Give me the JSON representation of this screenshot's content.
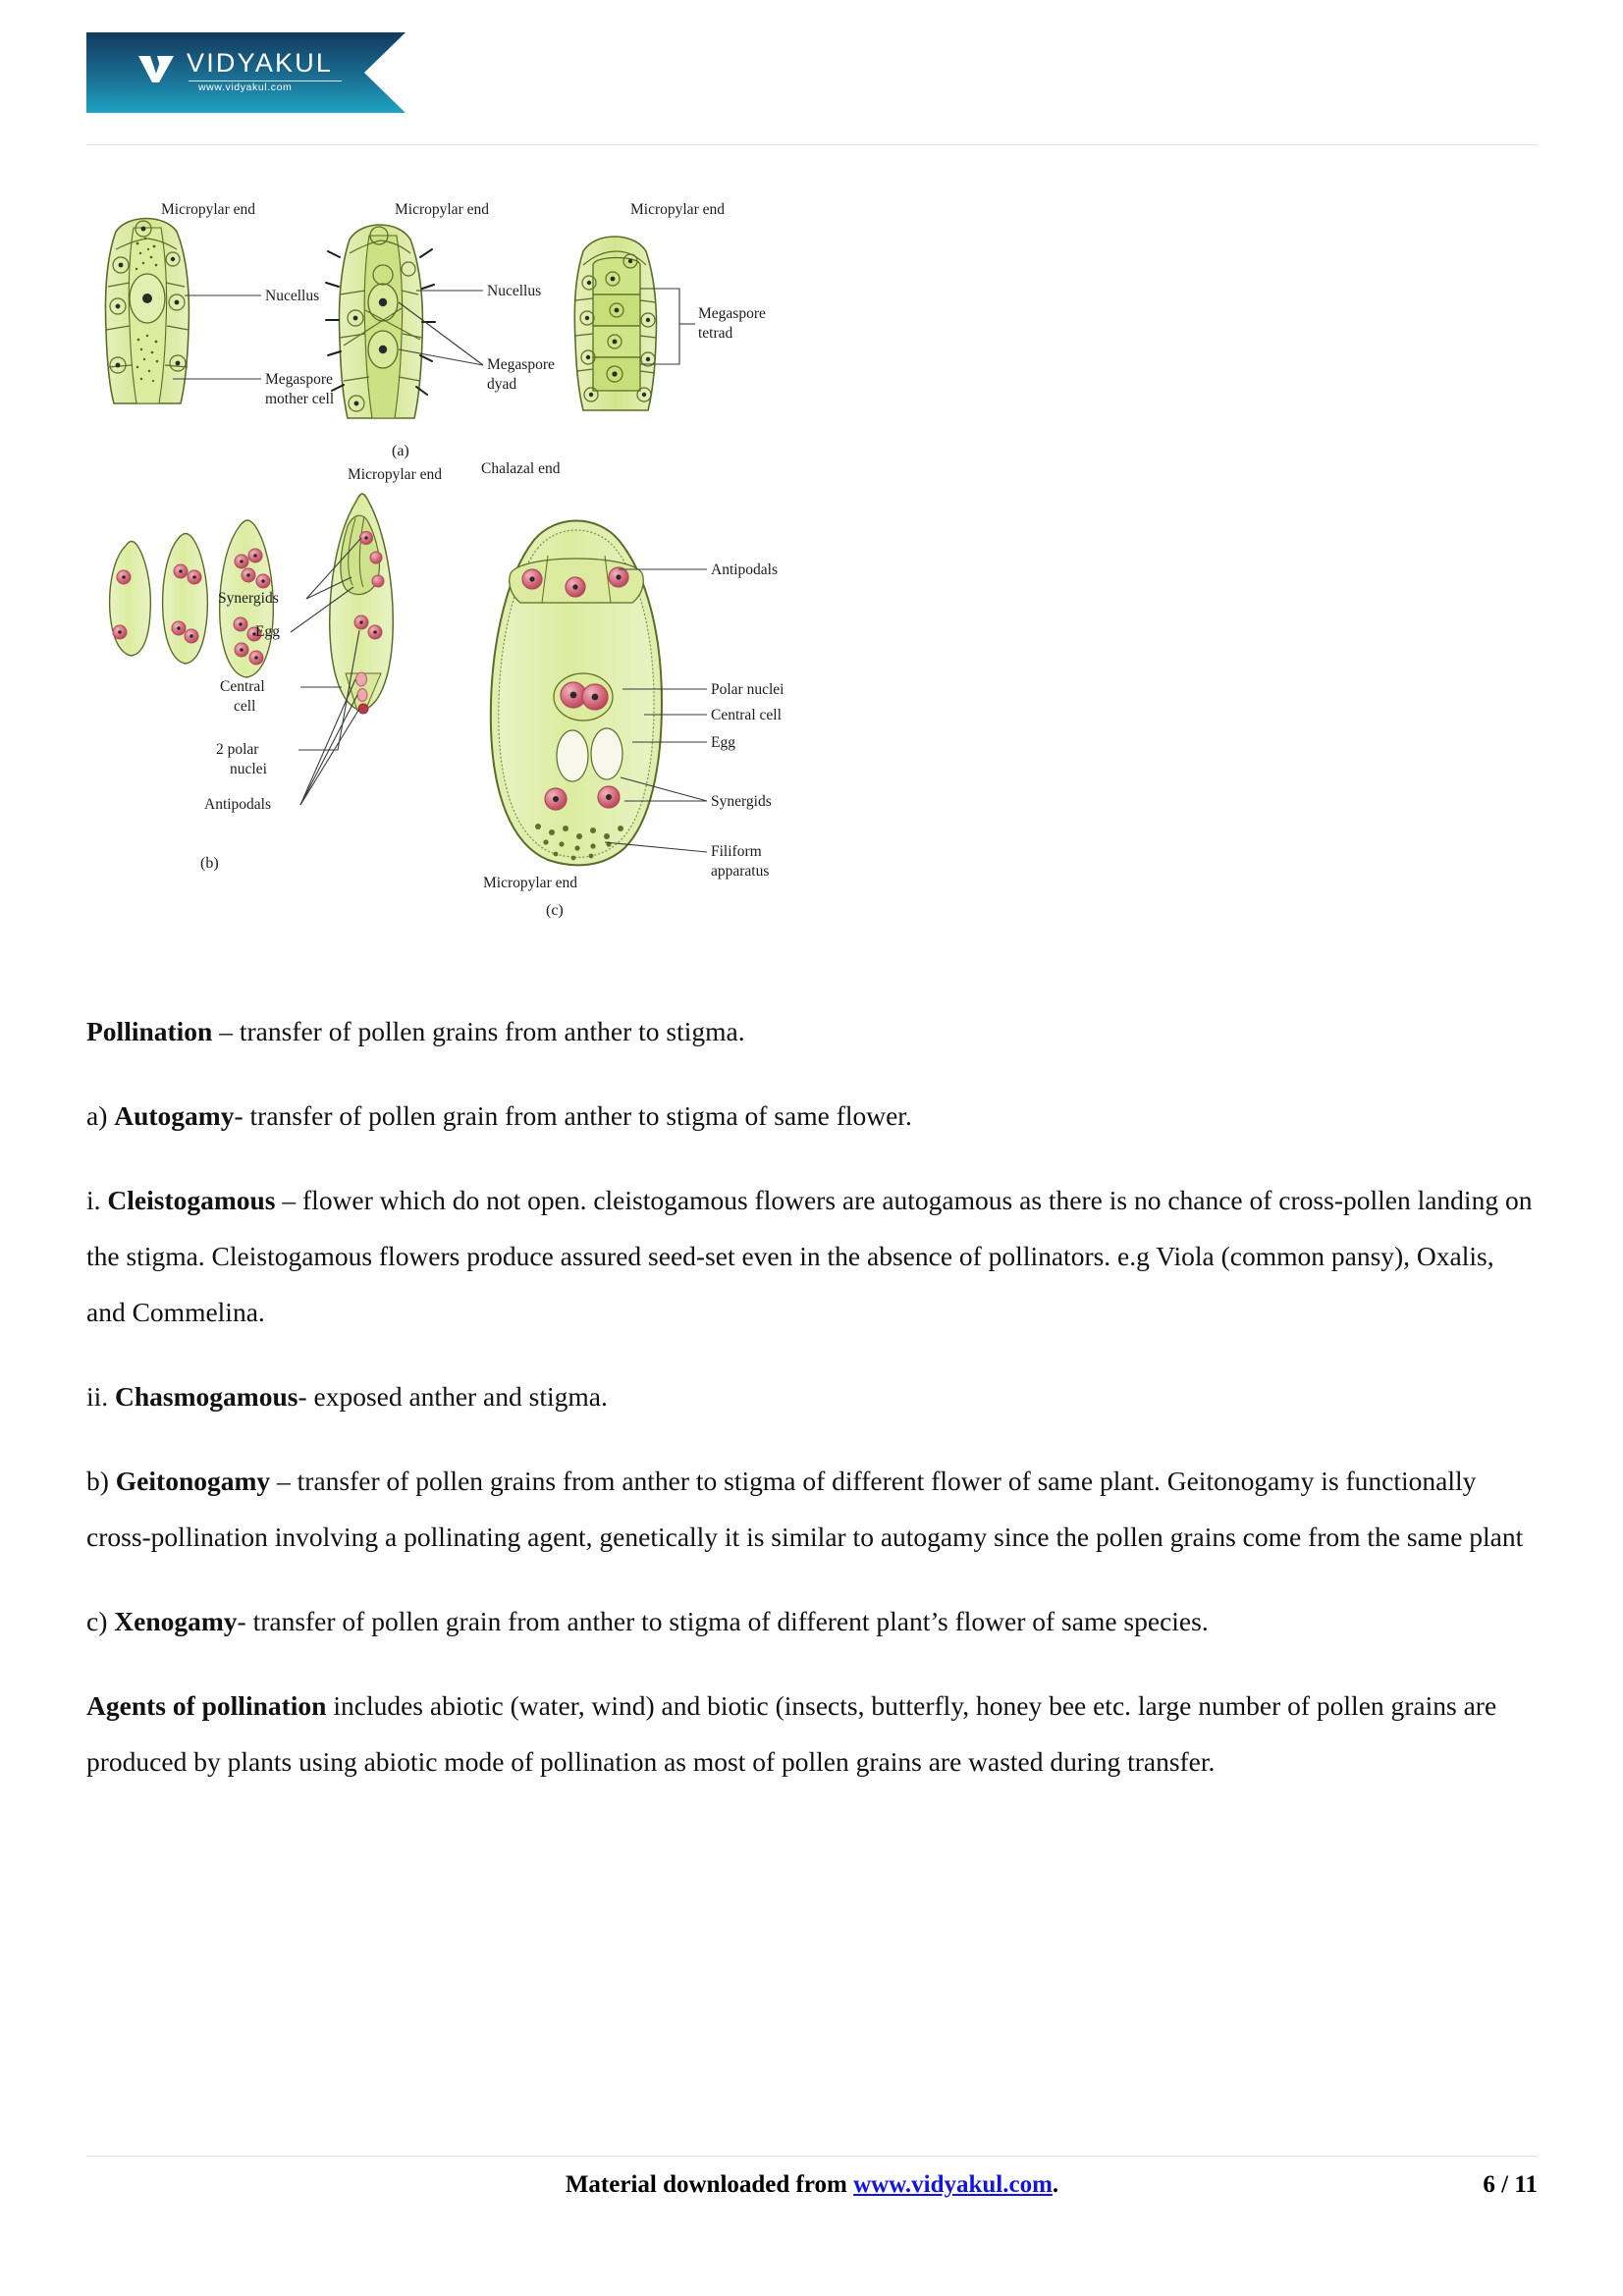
{
  "header": {
    "logo_word": "VIDYAKUL",
    "logo_url": "www.vidyakul.com",
    "logo_mark_name": "vidyakul-checkmark-logo",
    "banner_color_top": "#123a5e",
    "banner_color_bottom": "#1d9bbf"
  },
  "figure": {
    "name": "megasporogenesis-embryo-sac-development-diagram",
    "captions": {
      "a": "(a)",
      "b": "(b)",
      "c": "(c)"
    },
    "panel_a": {
      "stage1": {
        "top_label": "Micropylar end",
        "label_1": "Nucellus",
        "label_2_line1": "Megaspore",
        "label_2_line2": "mother cell"
      },
      "stage2": {
        "top_label": "Micropylar end",
        "label_1": "Nucellus",
        "label_2_line1": "Megaspore",
        "label_2_line2": "dyad"
      },
      "stage3": {
        "top_label": "Micropylar end",
        "label_1_line1": "Megaspore",
        "label_1_line2": "tetrad"
      }
    },
    "panel_b": {
      "top_label": "Micropylar end",
      "labels": {
        "synergids": "Synergids",
        "egg": "Egg",
        "central_cell_line1": "Central",
        "central_cell_line2": "cell",
        "polar_line1": "2 polar",
        "polar_line2": "nuclei",
        "antipodals": "Antipodals"
      }
    },
    "panel_c": {
      "top_label": "Chalazal end",
      "bottom_label": "Micropylar end",
      "labels": {
        "antipodals": "Antipodals",
        "polar_nuclei": "Polar nuclei",
        "central_cell": "Central cell",
        "egg": "Egg",
        "synergids": "Synergids",
        "filiform_line1": "Filiform",
        "filiform_line2": "apparatus"
      }
    },
    "colors": {
      "cell_light": "#e3eeb4",
      "cell_mid": "#d3e58f",
      "cell_dark": "#b9d661",
      "outline": "#5c6b28",
      "nucleus_pink": "#d4687a",
      "nucleus_pink_light": "#e9a0ab"
    }
  },
  "body": {
    "paragraphs": [
      {
        "id": "pollination",
        "bold_lead": "Pollination",
        "rest": " – transfer of pollen grains from anther to stigma."
      },
      {
        "id": "autogamy",
        "prefix": "a) ",
        "bold_lead": "Autogamy",
        "rest": "- transfer of pollen grain from anther to stigma of same flower."
      },
      {
        "id": "cleistogamous",
        "prefix": "i. ",
        "bold_lead": "Cleistogamous",
        "rest": " – flower which do not open. cleistogamous flowers are autogamous as there is no chance of cross-pollen landing on the stigma. Cleistogamous flowers produce assured seed-set even in the absence of pollinators. e.g Viola (common pansy), Oxalis, and Commelina."
      },
      {
        "id": "chasmogamous",
        "prefix": "ii. ",
        "bold_lead": "Chasmogamous",
        "rest": "- exposed anther and stigma."
      },
      {
        "id": "geitonogamy",
        "prefix": "b) ",
        "bold_lead": "Geitonogamy",
        "rest": " – transfer of pollen grains from anther to stigma of different flower of same plant. Geitonogamy is functionally cross-pollination involving a pollinating agent, genetically it is similar to autogamy since the pollen grains come from the same plant"
      },
      {
        "id": "xenogamy",
        "prefix": "c) ",
        "bold_lead": "Xenogamy",
        "rest": "- transfer of pollen grain from anther to stigma of different plant’s flower of same species."
      },
      {
        "id": "agents",
        "prefix": "",
        "bold_lead": "Agents of pollination",
        "rest": " includes abiotic (water, wind) and biotic (insects, butterfly, honey bee etc. large number of pollen grains are produced by plants using abiotic mode of pollination as most of pollen grains are wasted during transfer."
      }
    ]
  },
  "footer": {
    "text_before": "Material downloaded from ",
    "link": "www.vidyakul.com",
    "text_after": ".",
    "page_number": "6 / 11",
    "link_color": "#1414e0"
  }
}
